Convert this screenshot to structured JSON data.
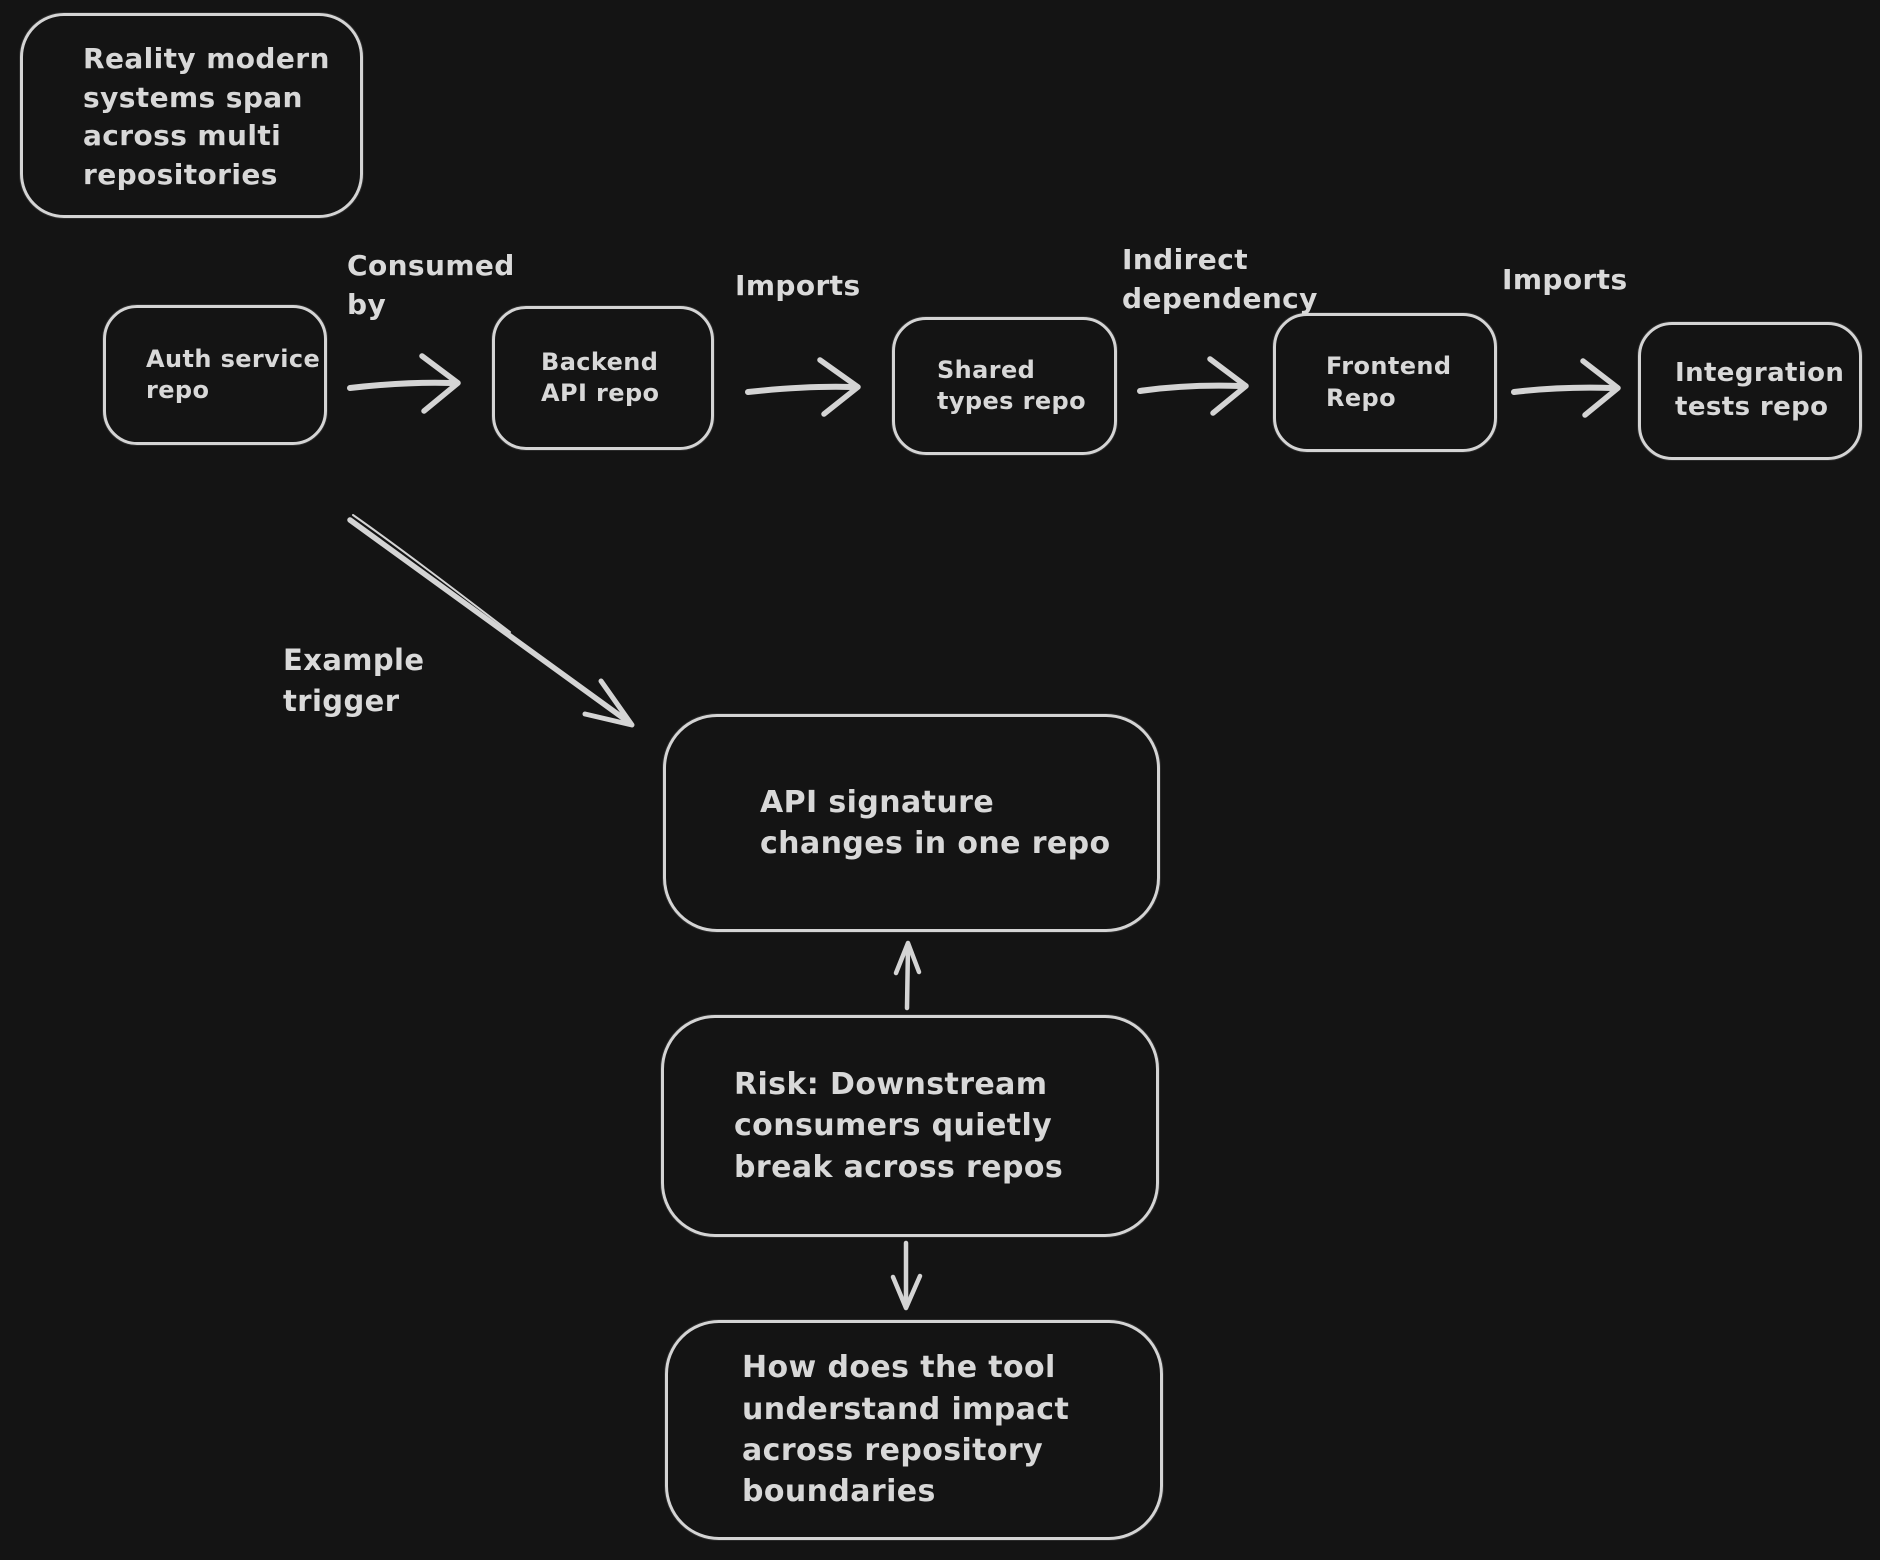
{
  "canvas": {
    "background": "#141414",
    "stroke_color": "#d4d4d4",
    "text_color": "#d8d8d8"
  },
  "note": {
    "text": "Reality modern\nsystems span\nacross multi\nrepositories"
  },
  "repos": {
    "auth": {
      "label": "Auth service\nrepo"
    },
    "backend": {
      "label": "Backend\nAPI repo"
    },
    "shared": {
      "label": "Shared\ntypes repo"
    },
    "frontend": {
      "label": "Frontend\nRepo"
    },
    "integration": {
      "label": "Integration\ntests repo"
    }
  },
  "edges": {
    "consumed_by": "Consumed\nby",
    "imports_1": "Imports",
    "indirect": "Indirect\ndependency",
    "imports_2": "Imports",
    "example_trigger": "Example\ntrigger"
  },
  "flow": {
    "api_change": "API signature\nchanges in one repo",
    "risk": "Risk: Downstream\nconsumers quietly\nbreak across repos",
    "question": "How does the tool\nunderstand impact\nacross repository\nboundaries"
  }
}
